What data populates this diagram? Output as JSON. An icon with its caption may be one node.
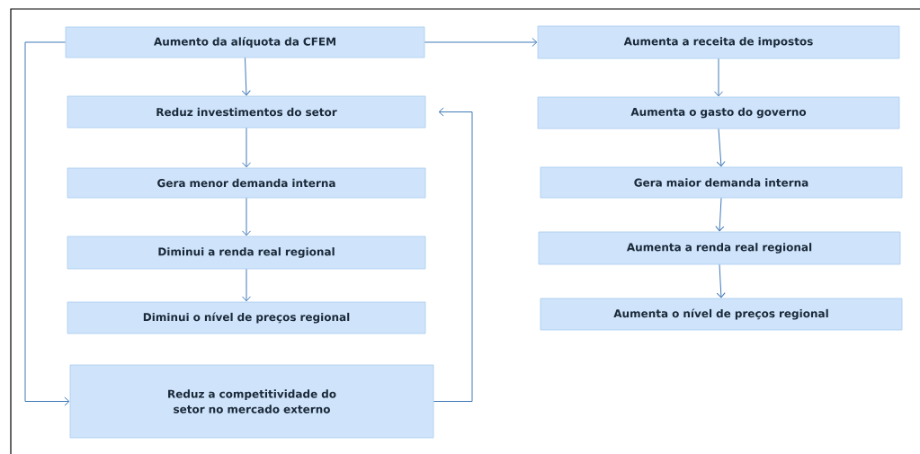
{
  "diagram": {
    "nodes": [
      {
        "text": [
          "Aumento da alíquota da CFEM"
        ]
      },
      {
        "text": [
          "Reduz investimentos do setor"
        ]
      },
      {
        "text": [
          "Gera menor demanda interna"
        ]
      },
      {
        "text": [
          "Diminui a renda real regional"
        ]
      },
      {
        "text": [
          "Diminui o nível de preços regional"
        ]
      },
      {
        "text": [
          "Reduz a competitividade do setor no mercado externo"
        ]
      },
      {
        "text": [
          "Aumenta a receita de impostos"
        ]
      },
      {
        "text": [
          "Aumenta o gasto do governo"
        ]
      },
      {
        "text": [
          "Gera maior demanda interna"
        ]
      },
      {
        "text": [
          "Aumenta a renda real regional"
        ]
      },
      {
        "text": [
          "Aumenta o nível de preços regional"
        ]
      }
    ],
    "edges": [
      {
        "from": 0,
        "to": 1,
        "arrow": "to"
      },
      {
        "from": 1,
        "to": 2,
        "arrow": "to"
      },
      {
        "from": 2,
        "to": 3,
        "arrow": "to"
      },
      {
        "from": 3,
        "to": 4,
        "arrow": "to"
      },
      {
        "from": 0,
        "to": 5,
        "arrow": "to"
      },
      {
        "from": 5,
        "to": 1,
        "arrow": "to"
      },
      {
        "from": 0,
        "to": 6,
        "arrow": "to"
      },
      {
        "from": 6,
        "to": 7,
        "arrow": "to"
      },
      {
        "from": 7,
        "to": 8,
        "arrow": "to"
      },
      {
        "from": 8,
        "to": 9,
        "arrow": "to"
      },
      {
        "from": 9,
        "to": 10,
        "arrow": "to"
      }
    ]
  }
}
